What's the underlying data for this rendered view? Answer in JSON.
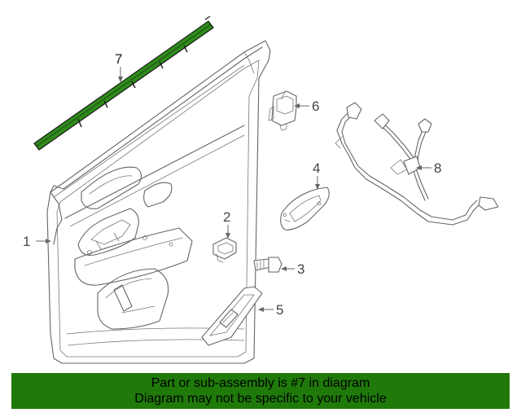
{
  "diagram": {
    "callouts": {
      "c1": "1",
      "c2": "2",
      "c3": "3",
      "c4": "4",
      "c5": "5",
      "c6": "6",
      "c7": "7",
      "c8": "8"
    },
    "highlighted_part": "7",
    "highlight_color": "#2e8b1a",
    "line_color": "#666666"
  },
  "banner": {
    "line1": "Part or sub-assembly is #7 in diagram",
    "line2": "Diagram may not be specific to your vehicle",
    "background_color": "#1f7a0a"
  }
}
